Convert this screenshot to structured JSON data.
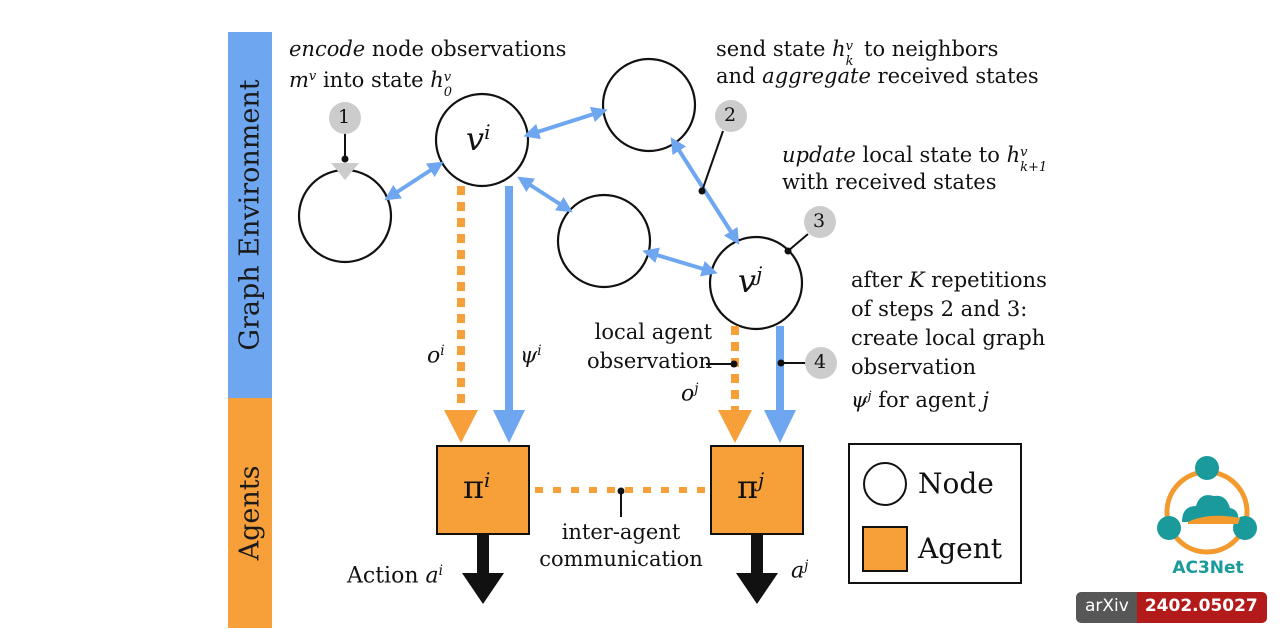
{
  "bands": {
    "environment": {
      "label": "Graph Environment",
      "color": "#6ea6f0"
    },
    "agents": {
      "label": "Agents",
      "color": "#f7a03a"
    }
  },
  "annotations": {
    "encode": {
      "word": "encode",
      "rest1": " node observations",
      "m": "m",
      "msup": "v",
      "into": " into state ",
      "h": "h",
      "hsup": "v",
      "hsub": "0"
    },
    "send": {
      "pre": "send state ",
      "h": "h",
      "hsup": "v",
      "hsub": "k",
      "post": " to neighbors",
      "and": "and ",
      "word": "aggregate",
      "rest": " received states"
    },
    "update": {
      "word": "update",
      "rest": " local state to ",
      "h": "h",
      "hsup": "v",
      "hsub": "k+1",
      "line2": "with received states"
    },
    "after": {
      "l1a": "after ",
      "K": "K",
      "l1b": " repetitions",
      "l2": "of steps 2 and 3:",
      "l3": "create local graph",
      "l4": "observation",
      "psi": "ψ",
      "psisup": "j",
      "l5b": " for agent ",
      "j": "j"
    },
    "local_obs": {
      "l1": "local agent",
      "l2": "observation"
    },
    "inter_agent": {
      "l1": "inter-agent",
      "l2": "communication"
    }
  },
  "steps": [
    "1",
    "2",
    "3",
    "4"
  ],
  "nodes": {
    "vi": {
      "base": "v",
      "sup": "i"
    },
    "vj": {
      "base": "v",
      "sup": "j"
    }
  },
  "edge_labels": {
    "oi": {
      "base": "o",
      "sup": "i"
    },
    "psii": {
      "base": "ψ",
      "sup": "i"
    },
    "oj": {
      "base": "o",
      "sup": "j"
    }
  },
  "agents": {
    "pii": {
      "base": "π",
      "sup": "i"
    },
    "pij": {
      "base": "π",
      "sup": "j"
    }
  },
  "actions": {
    "ai": {
      "pre": "Action ",
      "base": "a",
      "sup": "i"
    },
    "aj": {
      "base": "a",
      "sup": "j"
    }
  },
  "legend": {
    "node": "Node",
    "agent": "Agent"
  },
  "colors": {
    "blue": "#6ea6f0",
    "orange": "#f7a03a",
    "gray": "#cccccc"
  },
  "logo": {
    "name": "AC3Net",
    "color": "#1a9a9a",
    "ring": "#f39a2f"
  },
  "badge": {
    "source": "arXiv",
    "id": "2402.05027"
  }
}
